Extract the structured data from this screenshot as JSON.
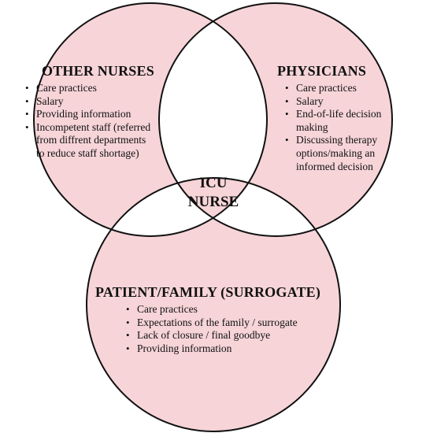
{
  "colors": {
    "circle_fill": "#f6d4d8",
    "overlap_fill": "#ffffff",
    "outline": "#111111"
  },
  "center": {
    "line1": "ICU",
    "line2": "NURSE"
  },
  "other_nurses": {
    "title": "OTHER NURSES",
    "items": [
      "Care practices",
      "Salary",
      "Providing information",
      "Incompetent staff (referred from diffrent departments to reduce staff shortage)"
    ]
  },
  "physicians": {
    "title": "PHYSICIANS",
    "items": [
      "Care practices",
      "Salary",
      "End-of-life decision making",
      "Discussing therapy options/making an informed decision"
    ]
  },
  "patient_family": {
    "title": "PATIENT/FAMILY (SURROGATE)",
    "items": [
      "Care practices",
      "Expectations of the family / surrogate",
      "Lack of closure / final goodbye",
      "Providing information"
    ]
  }
}
